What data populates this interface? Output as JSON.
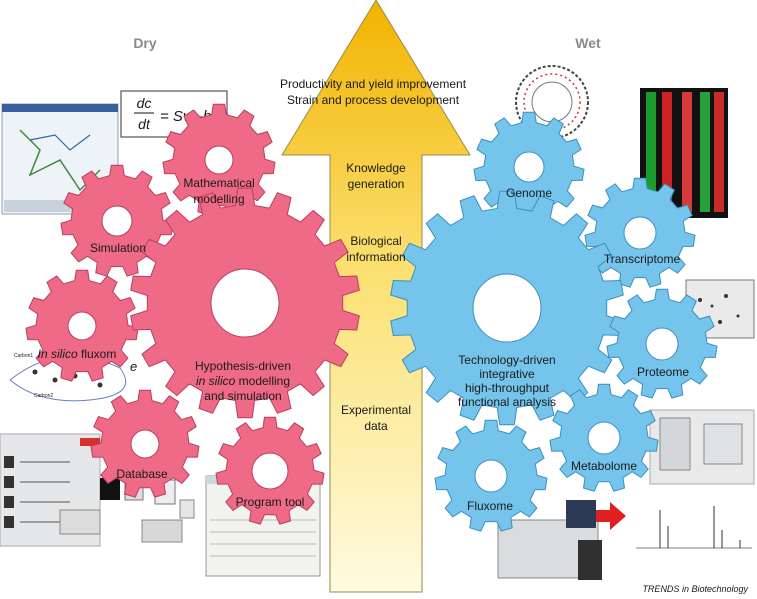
{
  "headers": {
    "dry": "Dry",
    "wet": "Wet"
  },
  "arrow": {
    "top_line1": "Productivity and yield improvement",
    "top_line2": "Strain and process development",
    "knowledge_l1": "Knowledge",
    "knowledge_l2": "generation",
    "bio_l1": "Biological",
    "bio_l2": "information",
    "exp_l1": "Experimental",
    "exp_l2": "data"
  },
  "dry_gears": {
    "math_l1": "Mathematical",
    "math_l2": "modelling",
    "simulation": "Simulation",
    "fluxome_italic": "In silico",
    "fluxome_rest": " fluxom",
    "main_l1": "Hypothesis-driven",
    "main_l2": "in silico",
    "main_l2_rest": " modelling",
    "main_l3": "and simulation",
    "database": "Database",
    "program": "Program tool"
  },
  "wet_gears": {
    "genome": "Genome",
    "transcriptome": "Transcriptome",
    "main_l1": "Technology-driven",
    "main_l2": "integrative",
    "main_l3": "high-throughput",
    "main_l4": "functional analysis",
    "proteome": "Proteome",
    "metabolome": "Metabolome",
    "fluxome": "Fluxome"
  },
  "equation": {
    "lhs_num": "dc",
    "lhs_den": "dt",
    "rhs": "= Sv –b"
  },
  "fluxmap_labels": {
    "carbon1": "Carbon1",
    "carbon2": "Carbon2",
    "e": "e"
  },
  "credit": "TRENDS in Biotechnology",
  "colors": {
    "dry_gear": "#ee6a87",
    "dry_gear_stroke": "#b8405e",
    "wet_gear": "#74c4ec",
    "wet_gear_stroke": "#3d8fbf",
    "arrow_top": "#f4b800",
    "arrow_bottom": "#fff8c8"
  }
}
